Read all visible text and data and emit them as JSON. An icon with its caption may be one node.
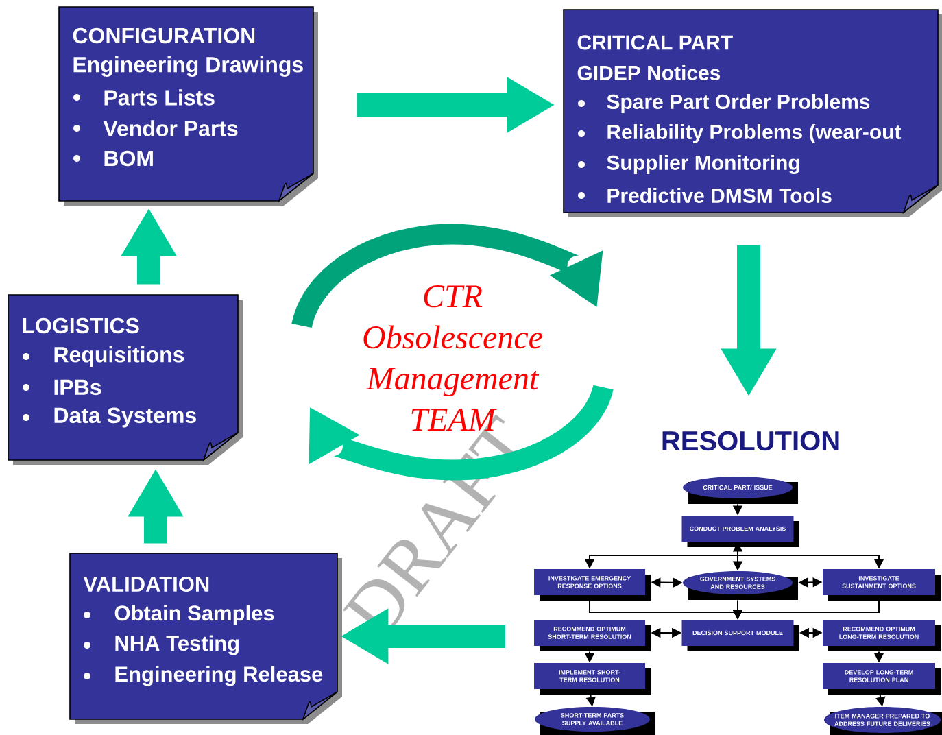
{
  "diagram": {
    "nodes": [
      {
        "text": [
          "CONFIGURATION",
          "Engineering Drawings",
          "Parts Lists",
          "Vendor Parts",
          "BOM"
        ]
      },
      {
        "text": [
          "CRITICAL PART",
          "GIDEP Notices",
          "Spare Part Order Problems",
          "Reliability Problems (wear-out",
          "Supplier Monitoring",
          "Predictive DMSM Tools"
        ]
      },
      {
        "text": [
          "LOGISTICS",
          "Requisitions",
          "IPBs",
          "Data Systems"
        ]
      },
      {
        "text": [
          "VALIDATION",
          "Obtain Samples",
          "NHA Testing",
          "Engineering Release"
        ]
      },
      {
        "text": [
          "RESOLUTION"
        ]
      },
      {
        "text": [
          "CRITICAL PART/ ISSUE"
        ]
      },
      {
        "text": [
          "CONDUCT PROBLEM ANALYSIS"
        ]
      },
      {
        "text": [
          "INVESTIGATE EMERGENCY RESPONSE OPTIONS"
        ]
      },
      {
        "text": [
          "GOVERNMENT SYSTEMS AND RESOURCES"
        ]
      },
      {
        "text": [
          "INVESTIGATE SUSTAINMENT OPTIONS"
        ]
      },
      {
        "text": [
          "RECOMMEND OPTIMUM SHORT-TERM RESOLUTION"
        ]
      },
      {
        "text": [
          "DECISION SUPPORT MODULE"
        ]
      },
      {
        "text": [
          "RECOMMEND OPTIMUM LONG-TERM RESOLUTION"
        ]
      },
      {
        "text": [
          "IMPLEMENT SHORT-TERM RESOLUTION"
        ]
      },
      {
        "text": [
          "DEVELOP LONG-TERM RESOLUTION PLAN"
        ]
      },
      {
        "text": [
          "SHORT-TERM PARTS SUPPLY AVAILABLE"
        ]
      },
      {
        "text": [
          "ITEM MANAGER PREPARED TO ADDRESS FUTURE DELIVERIES"
        ]
      }
    ],
    "edges": [
      {
        "from": 0,
        "to": 1,
        "arrow": "to",
        "style": "thick",
        "color": "#00cc99"
      },
      {
        "from": 1,
        "to": 4,
        "arrow": "to",
        "style": "thick",
        "color": "#00cc99"
      },
      {
        "from": null,
        "to": 3,
        "arrow": "to",
        "style": "thick",
        "color": "#00cc99"
      },
      {
        "from": 3,
        "to": 2,
        "arrow": "to",
        "style": "thick",
        "color": "#00cc99"
      },
      {
        "from": 2,
        "to": 0,
        "arrow": "to",
        "style": "thick",
        "color": "#00cc99"
      },
      {
        "from": 5,
        "to": 6,
        "arrow": "to"
      },
      {
        "from": 6,
        "to": 7,
        "arrow": "to"
      },
      {
        "from": 6,
        "to": 8,
        "arrow": "both"
      },
      {
        "from": 6,
        "to": 9,
        "arrow": "to"
      },
      {
        "from": 7,
        "to": 8,
        "arrow": "both"
      },
      {
        "from": 8,
        "to": 9,
        "arrow": "both"
      },
      {
        "from": 7,
        "to": 11,
        "arrow": "to"
      },
      {
        "from": 8,
        "to": 11,
        "arrow": "to"
      },
      {
        "from": 9,
        "to": 11,
        "arrow": "to"
      },
      {
        "from": 10,
        "to": 11,
        "arrow": "both"
      },
      {
        "from": 11,
        "to": 12,
        "arrow": "both"
      },
      {
        "from": 10,
        "to": 13,
        "arrow": "to"
      },
      {
        "from": 13,
        "to": 15,
        "arrow": "to"
      },
      {
        "from": 12,
        "to": 14,
        "arrow": "to"
      },
      {
        "from": 14,
        "to": 16,
        "arrow": "to"
      }
    ],
    "labels": [
      "CTR Obsolescence Management TEAM",
      "DRAFT"
    ]
  }
}
